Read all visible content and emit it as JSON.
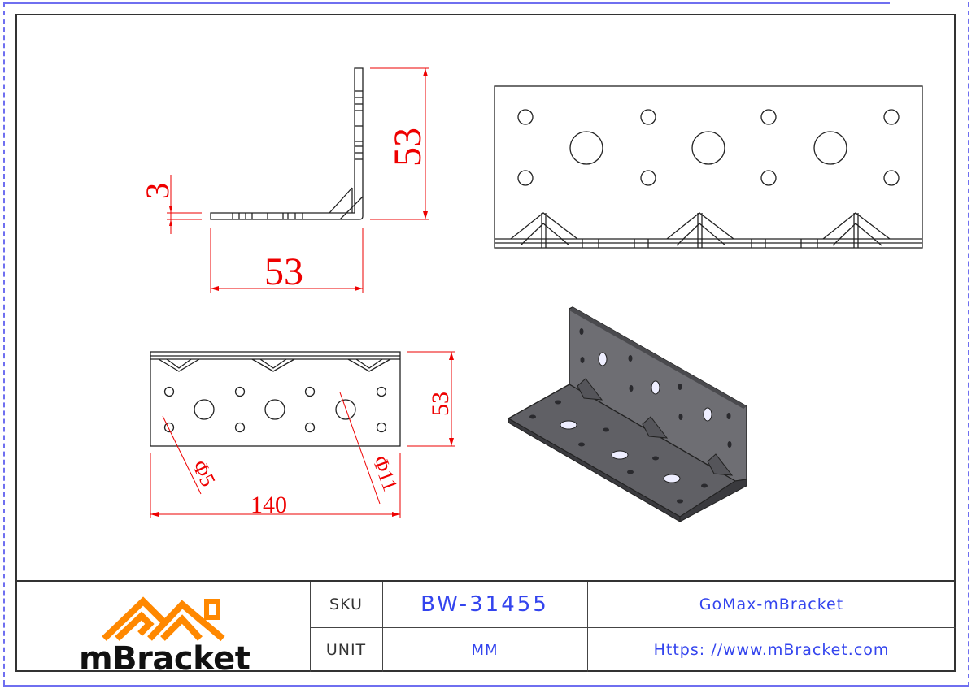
{
  "drawing": {
    "views": {
      "side_view": {
        "dim_height": "53",
        "dim_width": "53",
        "dim_thickness": "3"
      },
      "front_view": {
        "dim_height": "53",
        "dim_length": "140",
        "dim_small_hole": "Φ5",
        "dim_large_hole": "Φ11"
      },
      "top_view": {},
      "isometric_view": {}
    },
    "dimension_color": "#ee0000",
    "line_color": "#222222"
  },
  "title_block": {
    "logo": {
      "brand": "mBracket",
      "accent_color": "#ff8800"
    },
    "sku_label": "SKU",
    "sku_value": "BW-31455",
    "unit_label": "UNIT",
    "unit_value": "MM",
    "product_name": "GoMax-mBracket",
    "website": "Https: //www.mBracket.com"
  }
}
